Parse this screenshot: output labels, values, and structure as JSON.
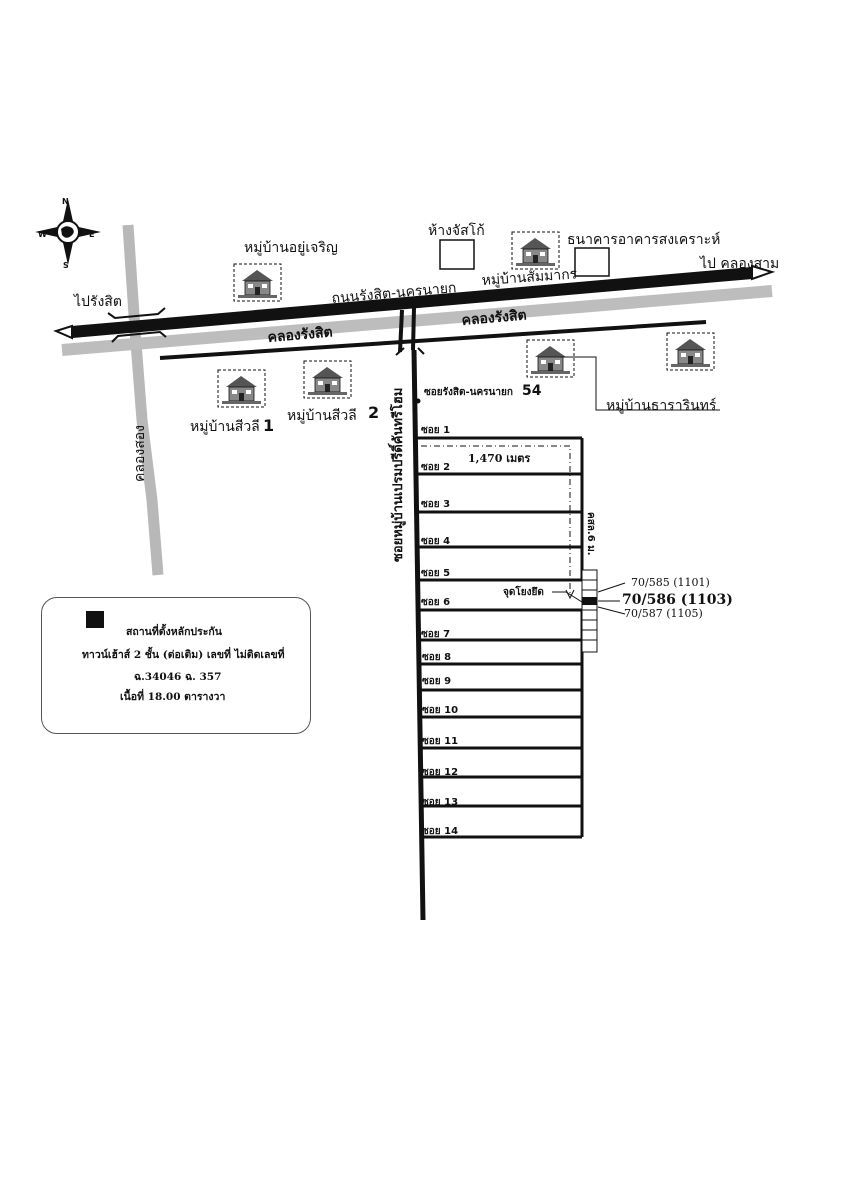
{
  "map": {
    "compass": {
      "north": "N",
      "south": "S",
      "east": "E",
      "west": "W"
    },
    "roads": {
      "main_road": "ถนนรังสิต-นครนายก",
      "to_rangsit": "ไปรังสิต",
      "to_khlong_sam": "ไป คลองสาม",
      "khlong_rangsit_left": "คลองรังสิต",
      "khlong_rangsit_right": "คลองรังสิต",
      "khlong_song": "คลองสอง",
      "soi_54": "ซอยรังสิต-นครนายก",
      "soi_54_num": "54",
      "village_road": "ซอยหมู่บ้านเปรมปรีดิ์คันทรีโฮม"
    },
    "places": {
      "village_yu_charoen": "หมู่บ้านอยู่เจริญ",
      "jusco": "ห้างจัสโก้",
      "gh_bank": "ธนาคารอาคารสงเคราะห์",
      "village_sammakorn": "หมู่บ้านสัมมากร",
      "village_siwali_1": "หมู่บ้านสีวลี",
      "village_siwali_1_num": "1",
      "village_siwali_2": "หมู่บ้านสีวลี",
      "village_siwali_2_num": "2",
      "village_thararin": "หมู่บ้านธารารินทร์"
    },
    "sois": [
      "ซอย 1",
      "ซอย 2",
      "ซอย 3",
      "ซอย 4",
      "ซอย 5",
      "ซอย 6",
      "ซอย 7",
      "ซอย 8",
      "ซอย 9",
      "ซอย 10",
      "ซอย 11",
      "ซอย 12",
      "ซอย 13",
      "ซอย 14"
    ],
    "distance": "1,470 เมตร",
    "road_width": "คสล.6 ม.",
    "reference_point": "จุดโยงยึด",
    "plots": {
      "above": "70/585 (1101)",
      "subject": "70/586 (1103)",
      "below": "70/587 (1105)"
    }
  },
  "legend": {
    "title": "สถานที่ตั้งหลักประกัน",
    "line1": "ทาวน์เฮ้าส์ 2 ชั้น (ต่อเติม) เลขที่ ไม่ติดเลขที่",
    "line2": "ฉ.34046 ฉ. 357",
    "line3": "เนื้อที่ 18.00 ตารางวา"
  }
}
